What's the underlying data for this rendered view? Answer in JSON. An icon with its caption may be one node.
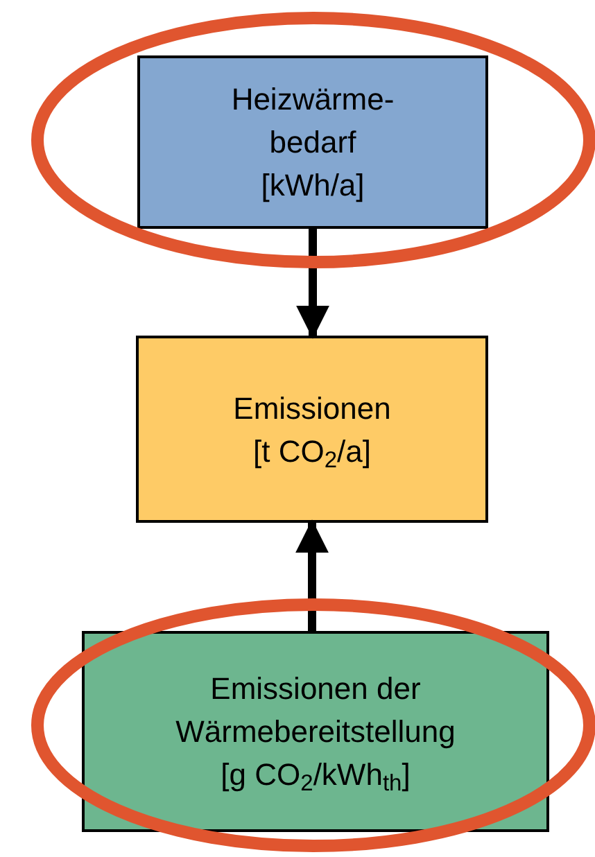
{
  "diagram": {
    "nodes": [
      {
        "text": [
          "Heizwärme-bedarf",
          "[kWh/a]"
        ]
      },
      {
        "text": [
          "Emissionen",
          "[t CO$_{2}$/a]"
        ]
      },
      {
        "text": [
          "Emissionen der Wärmebereitstellung",
          "[g CO$_{2}$/kWh$_{th}$]"
        ]
      }
    ],
    "edges": [
      {
        "from": 0,
        "to": 1,
        "arrow": "to"
      },
      {
        "from": 2,
        "to": 1,
        "arrow": "to"
      }
    ]
  }
}
